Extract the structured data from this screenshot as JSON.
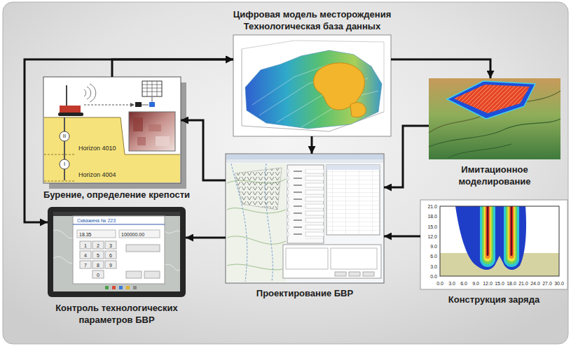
{
  "diagram": {
    "nodes": [
      {
        "text": [
          "Цифровая модель месторождения Технологическая база данных"
        ]
      },
      {
        "text": [
          "Бурение, определение крепости"
        ]
      },
      {
        "text": [
          "Имитационное моделирование"
        ]
      },
      {
        "text": [
          "Проектирование БВР"
        ]
      },
      {
        "text": [
          "Контроль технологических параметров БВР"
        ]
      },
      {
        "text": [
          "Конструкция заряда"
        ]
      }
    ],
    "edges": [
      {
        "from": 0,
        "to": 2,
        "arrow": "to"
      },
      {
        "from": 1,
        "to": 0,
        "arrow": "to"
      },
      {
        "from": 4,
        "to": 0,
        "arrow": "both"
      },
      {
        "from": 0,
        "to": 3,
        "arrow": "to"
      },
      {
        "from": 3,
        "to": 1,
        "arrow": "to"
      },
      {
        "from": 3,
        "to": 4,
        "arrow": "to"
      },
      {
        "from": 2,
        "to": 3,
        "arrow": "to"
      },
      {
        "from": 5,
        "to": 3,
        "arrow": "to"
      }
    ],
    "labels": [
      "Horizon 4010",
      "Horizon 4004",
      "II",
      "I",
      "Скважина № 223",
      "18.35",
      "100000.00",
      "1",
      "2",
      "3",
      "4",
      "5",
      "6",
      "7",
      "8",
      "9",
      "0",
      "21.0",
      "18.0",
      "15.0",
      "12.0",
      "9.0",
      "6.0",
      "3.0",
      "0.0",
      "0.0",
      "3.0",
      "6.0",
      "9.0",
      "12.0",
      "15.0",
      "18.0",
      "21.0",
      "24.0",
      "27.0",
      "30.0"
    ]
  }
}
